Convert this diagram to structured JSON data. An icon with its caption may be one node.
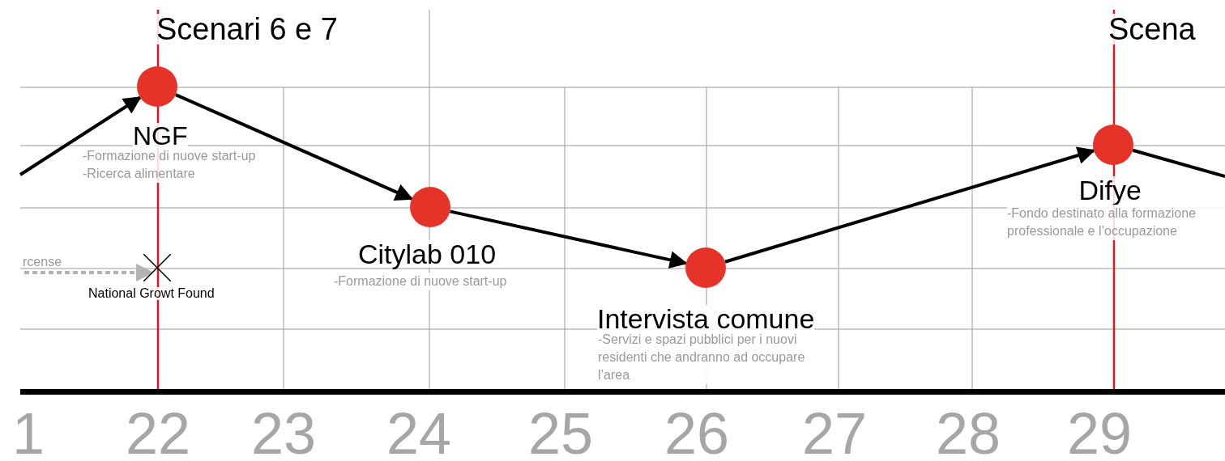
{
  "diagram": {
    "nodes": [
      {
        "text": [],
        "shape": "circle",
        "beside": [
          "NGF",
          "-Formazione di nuove start-up",
          "-Ricerca alimentare"
        ]
      },
      {
        "text": [
          "rcense"
        ]
      },
      {
        "text": [],
        "shape": "cross",
        "beside": [
          "National Growt Found"
        ]
      },
      {
        "text": [],
        "shape": "circle",
        "beside": [
          "Citylab 010",
          "-Formazione di nuove start-up"
        ]
      },
      {
        "text": [],
        "shape": "circle",
        "beside": [
          "Intervista comune",
          "-Servizi e spazi pubblici per i nuovi residenti che andranno ad occupare l’area"
        ]
      },
      {
        "text": [],
        "shape": "circle",
        "beside": [
          "Difye",
          "-Fondo destinato alla formazione professionale e l’occupazione"
        ]
      }
    ],
    "edges": [
      {
        "from": null,
        "to": 0,
        "arrow": "to"
      },
      {
        "from": 0,
        "to": 3,
        "arrow": "to"
      },
      {
        "from": 3,
        "to": 4,
        "arrow": "to"
      },
      {
        "from": 4,
        "to": 5,
        "arrow": "to"
      },
      {
        "from": 5,
        "to": null,
        "arrow": "none"
      },
      {
        "from": 1,
        "to": 2,
        "arrow": "to",
        "style": "dashed",
        "color": "#b3b3b3"
      }
    ],
    "labels": [
      "Scenari 6 e 7",
      "Scena",
      "1",
      "22",
      "23",
      "24",
      "25",
      "26",
      "27",
      "28",
      "29"
    ]
  }
}
